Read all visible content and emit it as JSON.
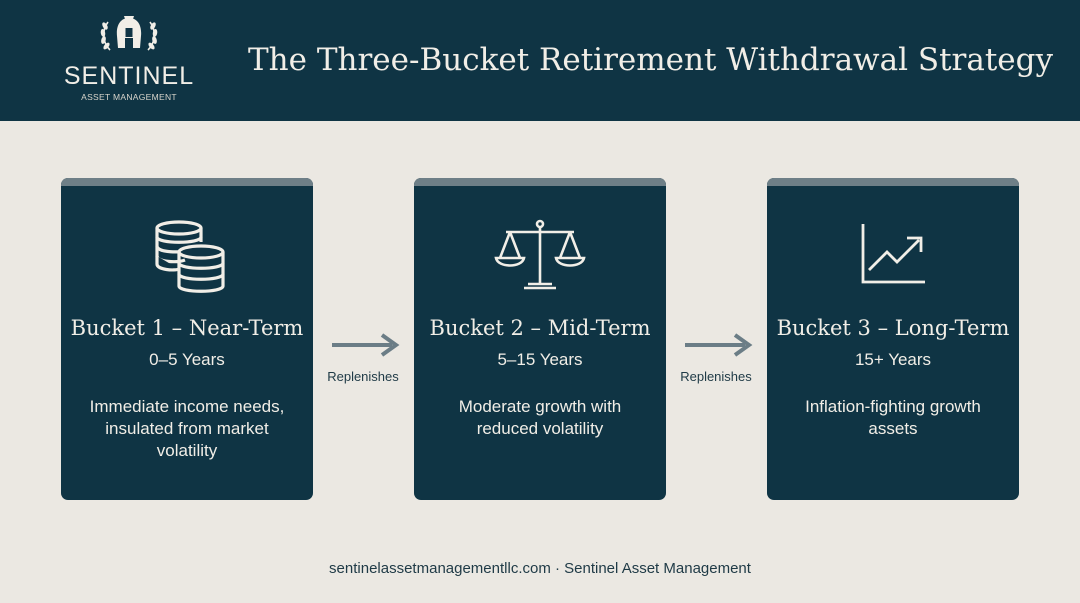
{
  "header": {
    "title": "The Three-Bucket Retirement Withdrawal Strategy",
    "logo": {
      "name": "SENTINEL",
      "subtitle": "ASSET MANAGEMENT",
      "emblem_icon": "spartan-helmet-laurel-icon"
    }
  },
  "buckets": [
    {
      "title": "Bucket 1 – Near-Term",
      "years": "0–5 Years",
      "description": "Immediate income needs, insulated from market volatility",
      "icon": "coin-stacks-icon"
    },
    {
      "title": "Bucket 2 – Mid-Term",
      "years": "5–15 Years",
      "description": "Moderate growth with reduced volatility",
      "icon": "balance-scale-icon"
    },
    {
      "title": "Bucket 3 – Long-Term",
      "years": "15+ Years",
      "description": "Inflation-fighting growth assets",
      "icon": "growth-chart-icon"
    }
  ],
  "connectors": [
    {
      "label": "Replenishes",
      "icon": "arrow-right-icon"
    },
    {
      "label": "Replenishes",
      "icon": "arrow-right-icon"
    }
  ],
  "footer": {
    "text": "sentinelassetmanagementllc.com · Sentinel Asset Management"
  },
  "colors": {
    "navy": "#0f3444",
    "background": "#ebe8e2",
    "card_topbar": "#6e7f87",
    "text_light": "#f1eee7",
    "arrow": "#6b7d86"
  }
}
